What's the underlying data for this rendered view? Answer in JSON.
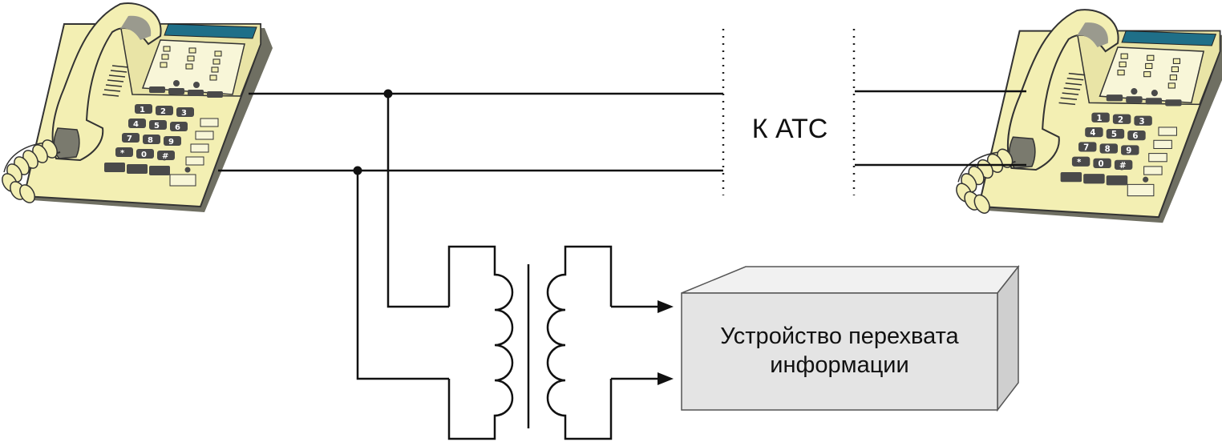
{
  "diagram": {
    "ats_label": "К АТС",
    "device_label_line1": "Устройство перехвата",
    "device_label_line2": "информации",
    "keypad_keys": [
      "1",
      "2",
      "3",
      "4",
      "5",
      "6",
      "7",
      "8",
      "9",
      "*",
      "0",
      "#"
    ],
    "colors": {
      "phone_body": "#f3efb3",
      "phone_shadow": "#c9c38a",
      "phone_dark": "#8a8a7c",
      "screen": "#1f6f88",
      "key": "#4a4a4a",
      "wire": "#111111",
      "device_front": "#e4e4e4",
      "device_top": "#f1f1f1",
      "device_side": "#cfcfcf"
    }
  }
}
